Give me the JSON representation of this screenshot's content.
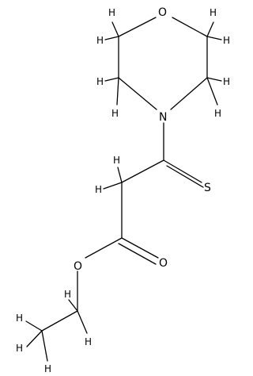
{
  "molecule": {
    "atoms": {
      "oxygen_ring": "O",
      "nitrogen": "N",
      "sulfur": "S",
      "oxygen_carbonyl": "O",
      "oxygen_ester": "O",
      "hydrogen": "H"
    }
  },
  "colors": {
    "bond": "#000000",
    "background": "#ffffff"
  }
}
